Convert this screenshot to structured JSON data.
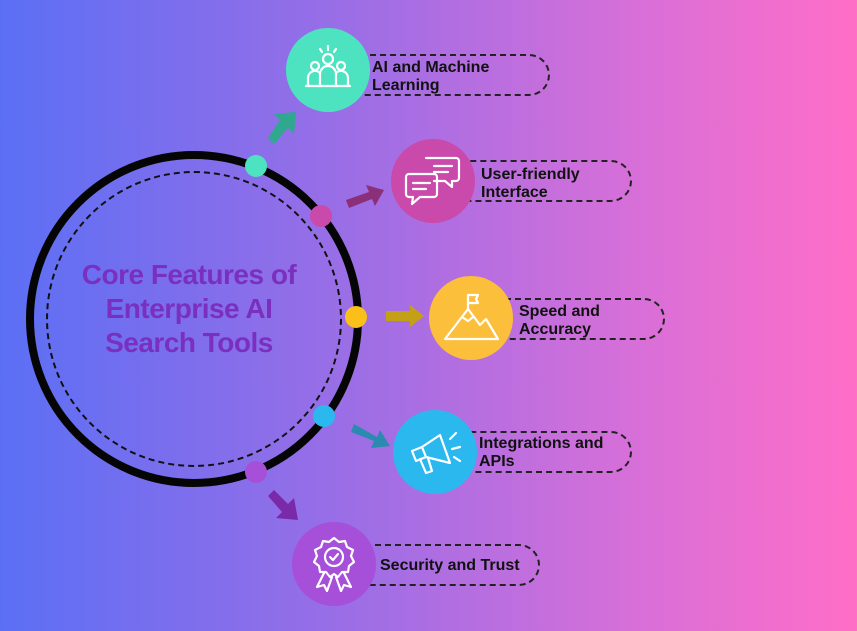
{
  "title": "Core Features of Enterprise AI Search Tools",
  "features": [
    {
      "label": "AI and Machine Learning",
      "color": "#4ee3c0",
      "icon": "people-icon"
    },
    {
      "label": "User-friendly Interface",
      "color": "#c94aaa",
      "icon": "chat-bubbles-icon"
    },
    {
      "label": "Speed and Accuracy",
      "color": "#fbbf3c",
      "icon": "mountain-flag-icon"
    },
    {
      "label": "Integrations and APIs",
      "color": "#2ab8ef",
      "icon": "megaphone-icon"
    },
    {
      "label": "Security and Trust",
      "color": "#a64fd9",
      "icon": "award-badge-icon"
    }
  ],
  "colors": {
    "ring": "#050505",
    "title": "#7b2fbe",
    "dot_1": "#4ee3c0",
    "dot_2": "#c94aaa",
    "dot_3": "#fbbf1a",
    "dot_4": "#2ab8ef",
    "dot_5": "#a64fd9",
    "arrow_1": "#2fa88f",
    "arrow_2": "#8a2f78",
    "arrow_3": "#c4a016",
    "arrow_4": "#2a8ab0",
    "arrow_5": "#7a2aa8"
  }
}
